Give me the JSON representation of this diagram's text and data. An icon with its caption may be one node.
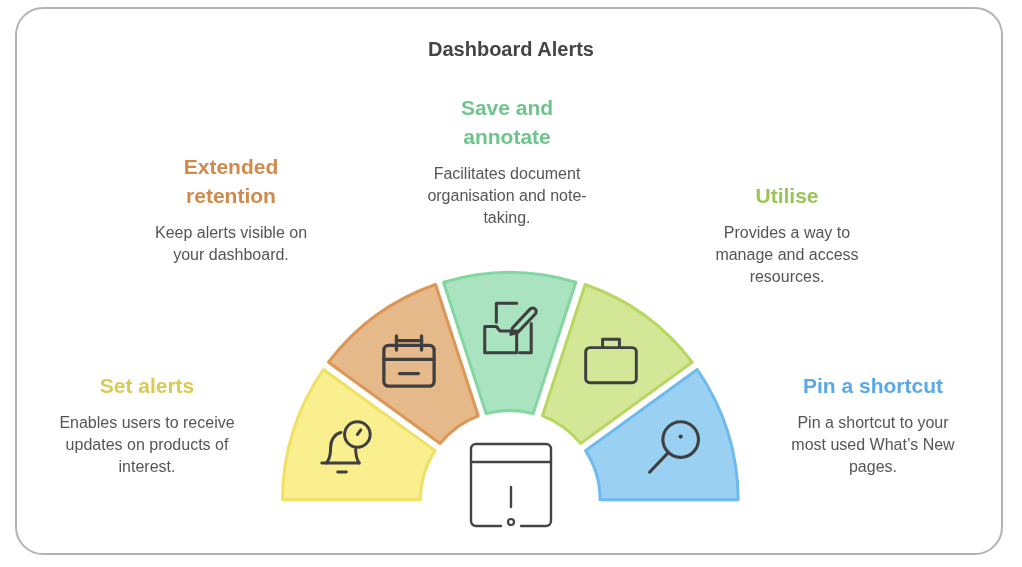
{
  "diagram": {
    "title": "Dashboard Alerts",
    "nodes": [
      {
        "text": [],
        "shape": "wedge",
        "beside": [
          "Set alerts",
          "Enables users to receive updates on products of interest."
        ]
      },
      {
        "text": [],
        "shape": "wedge",
        "beside": [
          "Extended retention",
          "Keep alerts visible on your dashboard."
        ]
      },
      {
        "text": [],
        "shape": "wedge",
        "beside": [
          "Save and annotate",
          "Facilitates document organisation and note-taking."
        ]
      },
      {
        "text": [],
        "shape": "wedge",
        "beside": [
          "Utilise",
          "Provides a way to manage and access resources."
        ]
      },
      {
        "text": [],
        "shape": "wedge",
        "beside": [
          "Pin a shortcut",
          "Pin a shortcut to your most used What’s New pages."
        ]
      }
    ]
  }
}
